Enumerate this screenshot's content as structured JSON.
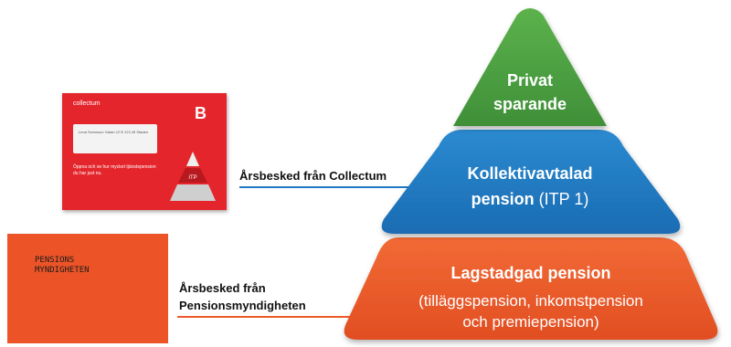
{
  "pyramid": {
    "top": {
      "line1": "Privat",
      "line2": "sparande",
      "color": "#4a9e3f"
    },
    "middle": {
      "line1": "Kollektivavtalad",
      "line2_bold": "pension",
      "line2_rest": " (ITP 1)",
      "color": "#1f78c1"
    },
    "bottom": {
      "line1": "Lagstadgad pension",
      "line2": "(tilläggspension, inkomstpension",
      "line3": "och premiepension)",
      "color": "#ec5a2a"
    }
  },
  "labels": {
    "collectum": "Årsbesked från Collectum",
    "pm_line1": "Årsbesked från",
    "pm_line2": "Pensionsmyndigheten"
  },
  "envelope": {
    "logo": "collectum",
    "badge": "B",
    "addr": "Lena Svensson Gatan 12 B 123 45 Staden",
    "text": "Öppna och se hur mycket tjänstepension du har just nu.",
    "pyr_label": "ITP"
  },
  "pm": {
    "logo": "PENSIONS\nMYNDIGHETEN"
  }
}
